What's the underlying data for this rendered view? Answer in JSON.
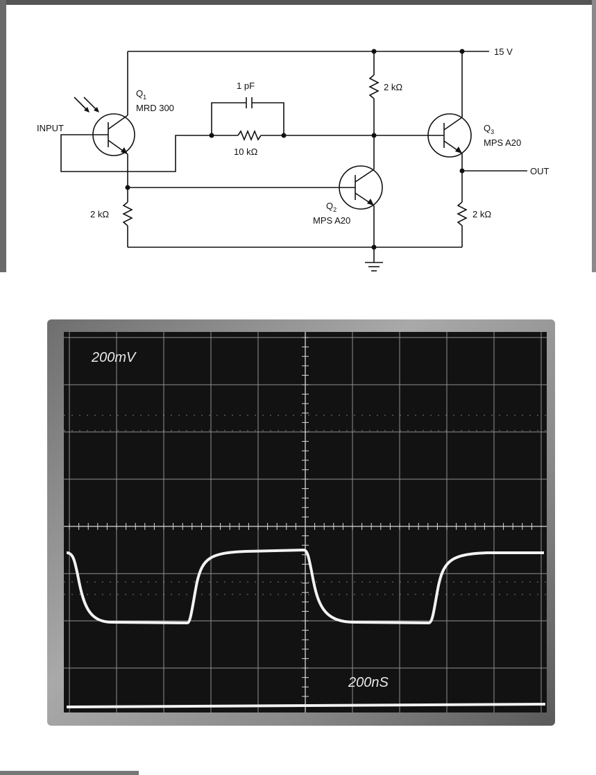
{
  "schematic": {
    "supply_label": "15 V",
    "input_label": "INPUT",
    "output_label": "OUT",
    "q1": {
      "ref": "Q",
      "sub": "1",
      "part": "MRD 300"
    },
    "q2": {
      "ref": "Q",
      "sub": "2",
      "part": "MPS A20"
    },
    "q3": {
      "ref": "Q",
      "sub": "3",
      "part": "MPS A20"
    },
    "capacitor_label": "1 pF",
    "feedback_resistor_label": "10 kΩ",
    "r_q2_collector_label": "2 kΩ",
    "r_q1_emitter_label": "2 kΩ",
    "r_q3_emitter_label": "2 kΩ"
  },
  "oscilloscope": {
    "vertical_scale": "200mV",
    "horizontal_scale": "200nS",
    "colors": {
      "screen": "#121212",
      "grid": "#bdbdbd",
      "trace": "#f2f2f2"
    }
  }
}
